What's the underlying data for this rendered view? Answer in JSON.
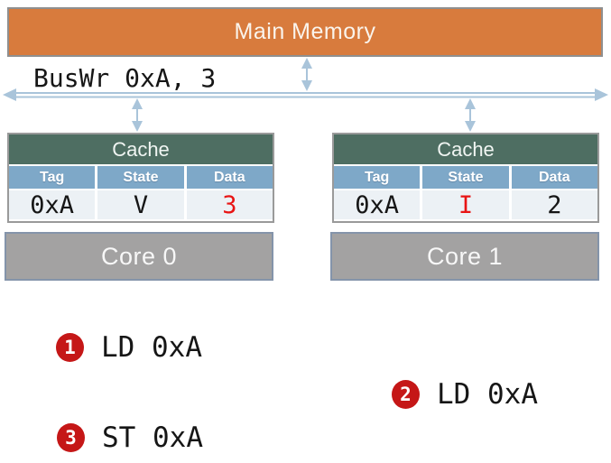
{
  "colors": {
    "memory_fill": "#d87b3d",
    "memory_border": "#8f8f8f",
    "bus_arrow": "#a9c4da",
    "cache_title_fill": "#4e6e62",
    "column_header_fill": "#7ea8c8",
    "data_row_fill": "#ecf1f5",
    "table_border": "#9a9a9a",
    "core_fill": "#a3a2a2",
    "core_border": "#8494aa",
    "badge_fill": "#c51717",
    "highlight_red": "#e81414",
    "text_dark": "#161616",
    "text_light": "#faf4ec"
  },
  "memory": {
    "label": "Main Memory"
  },
  "bus": {
    "label": "BusWr 0xA, 3"
  },
  "caches": [
    {
      "title": "Cache",
      "columns": [
        "Tag",
        "State",
        "Data"
      ],
      "row": {
        "tag": "0xA",
        "state": "V",
        "data": "3"
      },
      "highlight": "data"
    },
    {
      "title": "Cache",
      "columns": [
        "Tag",
        "State",
        "Data"
      ],
      "row": {
        "tag": "0xA",
        "state": "I",
        "data": "2"
      },
      "highlight": "state"
    }
  ],
  "cores": [
    {
      "label": "Core 0"
    },
    {
      "label": "Core 1"
    }
  ],
  "steps": [
    {
      "number": "1",
      "label": "LD 0xA"
    },
    {
      "number": "2",
      "label": "LD 0xA"
    },
    {
      "number": "3",
      "label": "ST 0xA"
    }
  ]
}
